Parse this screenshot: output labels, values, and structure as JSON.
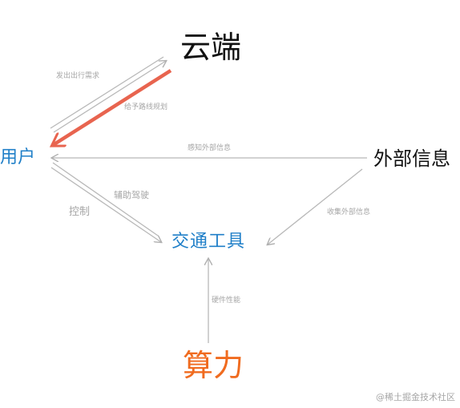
{
  "nodes": {
    "cloud": {
      "label": "云端",
      "color": "#111111"
    },
    "user": {
      "label": "用户",
      "color": "#1f7fc8"
    },
    "external_info": {
      "label": "外部信息",
      "color": "#111111"
    },
    "transport": {
      "label": "交通工具",
      "color": "#1f7fc8"
    },
    "compute": {
      "label": "算力",
      "color": "#f06b1f"
    }
  },
  "edges": {
    "request": {
      "label": "发出出行需求",
      "from": "user",
      "to": "cloud",
      "color": "#b8b8b8"
    },
    "route_planning": {
      "label": "给予路线规划",
      "from": "cloud",
      "to": "user",
      "color": "#e8644f"
    },
    "sense_external": {
      "label": "感知外部信息",
      "from": "external_info",
      "to": "user",
      "color": "#b8b8b8"
    },
    "assisted_driving": {
      "label": "辅助驾驶",
      "from": "user",
      "to": "transport",
      "color": "#b8b8b8"
    },
    "control": {
      "label": "控制",
      "from": "user",
      "to": "transport",
      "color": "#b8b8b8"
    },
    "collect_external": {
      "label": "收集外部信息",
      "from": "external_info",
      "to": "transport",
      "color": "#b8b8b8"
    },
    "hardware_performance": {
      "label": "硬件性能",
      "from": "compute",
      "to": "transport",
      "color": "#b8b8b8"
    }
  },
  "label_color": "#a6a6a6",
  "watermark": "@稀土掘金技术社区"
}
